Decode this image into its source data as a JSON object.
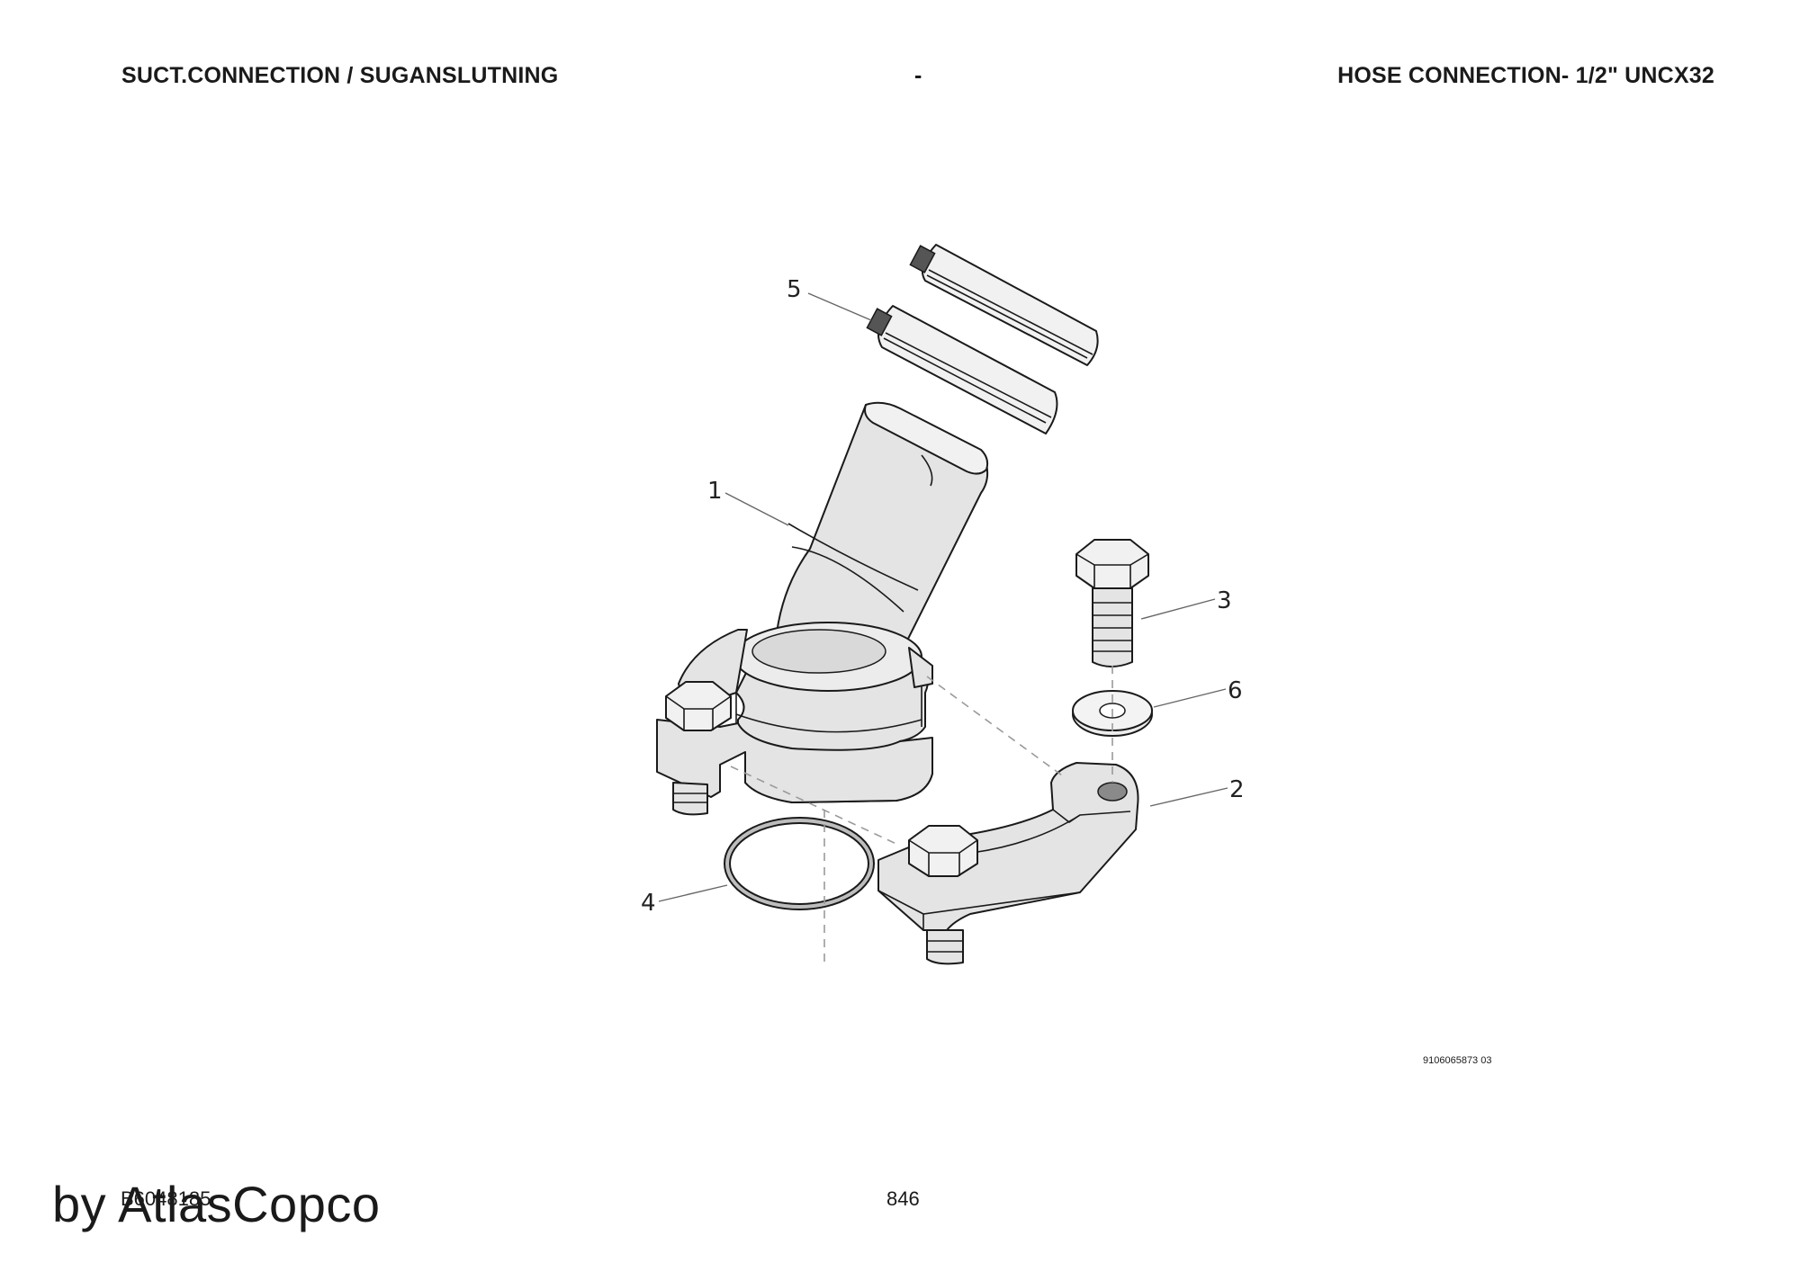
{
  "header": {
    "left_title": "SUCT.CONNECTION / SUGANSLUTNING",
    "separator": "-",
    "right_title": "HOSE CONNECTION- 1/2\" UNCX32"
  },
  "callouts": [
    "1",
    "2",
    "3",
    "4",
    "5",
    "6"
  ],
  "drawing_number": "9106065873 03",
  "page_number": "846",
  "footer": {
    "document_code": "B6048185",
    "brand": "by AtlasCopco"
  }
}
